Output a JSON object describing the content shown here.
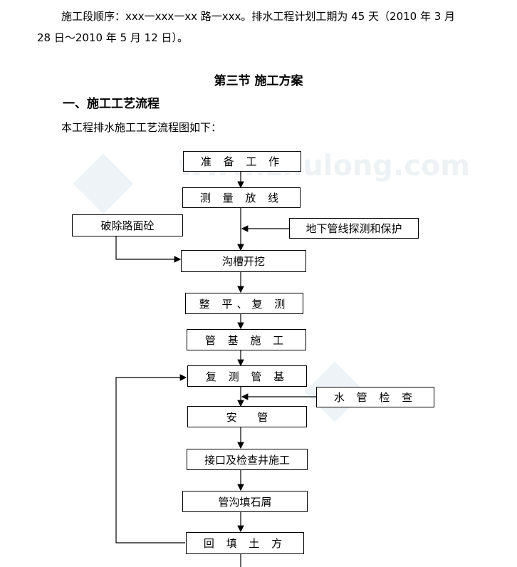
{
  "intro": {
    "line1": "施工段顺序：xxx一xxx一xx 路一xxx。排水工程计划工期为 45 天（2010 年 3 月",
    "line2": "28 日～2010 年 5 月 12 日）。"
  },
  "section_title": "第三节  施工方案",
  "subheading": "一、施工工艺流程",
  "flow_intro": "本工程排水施工工艺流程图如下：",
  "watermark": "www.zhulong.com",
  "flowchart": {
    "prepare": "准 备 工 作",
    "survey": "测 量 放 线",
    "break_road": "破除路面砼",
    "pipeline_detect": "地下管线探测和保护",
    "trench_dig": "沟槽开挖",
    "level_recheck": "整 平、复 测",
    "pipe_base": "管 基 施 工",
    "recheck_base": "复 测 管 基",
    "pipe_inspect": "水 管 检 查",
    "install_pipe": "安      管",
    "joint_well": "接口及检查井施工",
    "fill_gravel": "管沟填石屑",
    "backfill": "回 填 土 方"
  }
}
